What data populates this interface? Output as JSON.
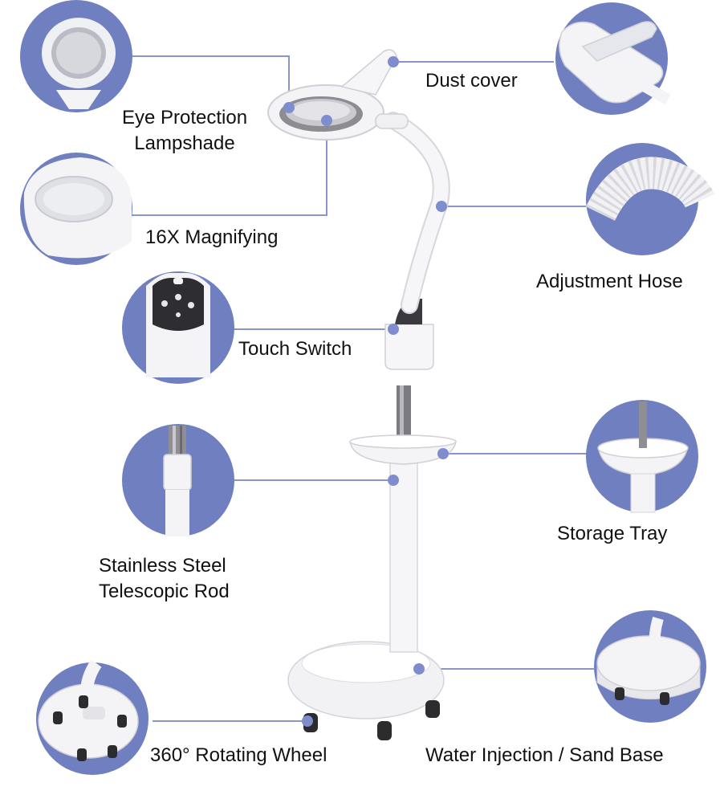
{
  "colors": {
    "accent": "#6f7fc0",
    "dot": "#7f8dce",
    "connector": "#8a96c9",
    "product": "#f4f4f6",
    "text": "#111111"
  },
  "features": {
    "eye_protection_lampshade": {
      "line1": "Eye Protection",
      "line2": "Lampshade"
    },
    "magnifying": {
      "label": "16X Magnifying"
    },
    "dust_cover": {
      "label": "Dust cover"
    },
    "adjustment_hose": {
      "label": "Adjustment Hose"
    },
    "touch_switch": {
      "label": "Touch Switch"
    },
    "storage_tray": {
      "label": "Storage Tray"
    },
    "telescopic_rod": {
      "line1": "Stainless Steel",
      "line2": "Telescopic Rod"
    },
    "rotating_wheel": {
      "label": "360° Rotating Wheel"
    },
    "base": {
      "label": "Water Injection / Sand Base"
    }
  }
}
